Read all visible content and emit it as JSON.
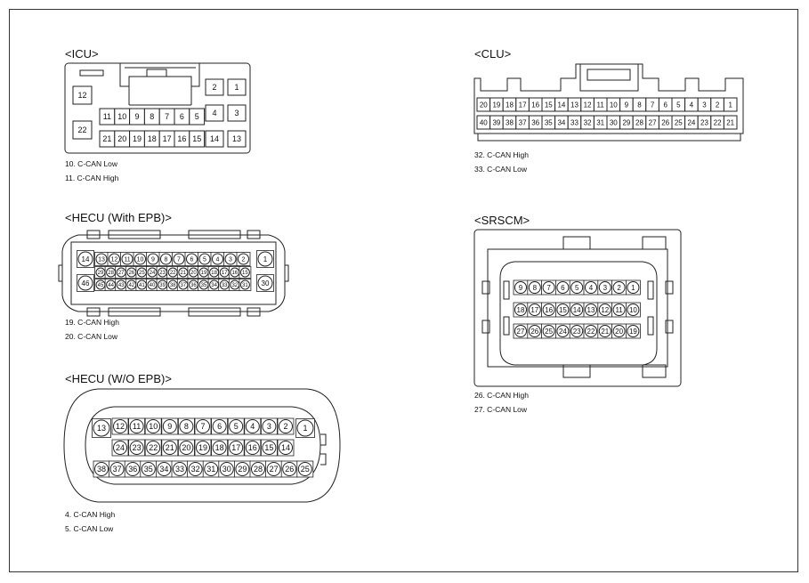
{
  "connectors": {
    "icu": {
      "title": "<ICU>",
      "notes": [
        "10. C-CAN Low",
        "11. C-CAN High"
      ],
      "single_pins": [
        "12",
        "22",
        "2",
        "1",
        "4",
        "3",
        "14",
        "13"
      ],
      "row1": [
        "11",
        "10",
        "9",
        "8",
        "7",
        "6",
        "5"
      ],
      "row2": [
        "21",
        "20",
        "19",
        "18",
        "17",
        "16",
        "15"
      ]
    },
    "clu": {
      "title": "<CLU>",
      "notes": [
        "32. C-CAN High",
        "33. C-CAN Low"
      ],
      "row1": [
        "20",
        "19",
        "18",
        "17",
        "16",
        "15",
        "14",
        "13",
        "12",
        "11",
        "10",
        "9",
        "8",
        "7",
        "6",
        "5",
        "4",
        "3",
        "2",
        "1"
      ],
      "row2": [
        "40",
        "39",
        "38",
        "37",
        "36",
        "35",
        "34",
        "33",
        "32",
        "31",
        "30",
        "29",
        "28",
        "27",
        "26",
        "25",
        "24",
        "23",
        "22",
        "21"
      ]
    },
    "hecu_epb": {
      "title": "<HECU (With EPB)>",
      "notes": [
        "19. C-CAN High",
        "20. C-CAN Low"
      ],
      "big_pins": [
        "14",
        "1",
        "46",
        "30"
      ],
      "row1": [
        "13",
        "12",
        "11",
        "10",
        "9",
        "8",
        "7",
        "6",
        "5",
        "4",
        "3",
        "2"
      ],
      "row2": [
        "29",
        "28",
        "27",
        "26",
        "25",
        "24",
        "23",
        "22",
        "21",
        "20",
        "19",
        "18",
        "17",
        "16",
        "15"
      ],
      "row3": [
        "45",
        "44",
        "43",
        "42",
        "41",
        "40",
        "39",
        "38",
        "37",
        "36",
        "35",
        "34",
        "33",
        "32",
        "31"
      ]
    },
    "hecu_wo": {
      "title": "<HECU (W/O EPB)>",
      "notes": [
        "4. C-CAN High",
        "5. C-CAN Low"
      ],
      "big_pins": [
        "13",
        "1"
      ],
      "row1": [
        "12",
        "11",
        "10",
        "9",
        "8",
        "7",
        "6",
        "5",
        "4",
        "3",
        "2"
      ],
      "row2": [
        "24",
        "23",
        "22",
        "21",
        "20",
        "19",
        "18",
        "17",
        "16",
        "15",
        "14"
      ],
      "row3": [
        "38",
        "37",
        "36",
        "35",
        "34",
        "33",
        "32",
        "31",
        "30",
        "29",
        "28",
        "27",
        "26",
        "25"
      ]
    },
    "srscm": {
      "title": "<SRSCM>",
      "notes": [
        "26. C-CAN High",
        "27. C-CAN Low"
      ],
      "row1": [
        "9",
        "8",
        "7",
        "6",
        "5",
        "4",
        "3",
        "2",
        "1"
      ],
      "row2": [
        "18",
        "17",
        "16",
        "15",
        "14",
        "13",
        "12",
        "11",
        "10"
      ],
      "row3": [
        "27",
        "26",
        "25",
        "24",
        "23",
        "22",
        "21",
        "20",
        "19"
      ]
    }
  }
}
